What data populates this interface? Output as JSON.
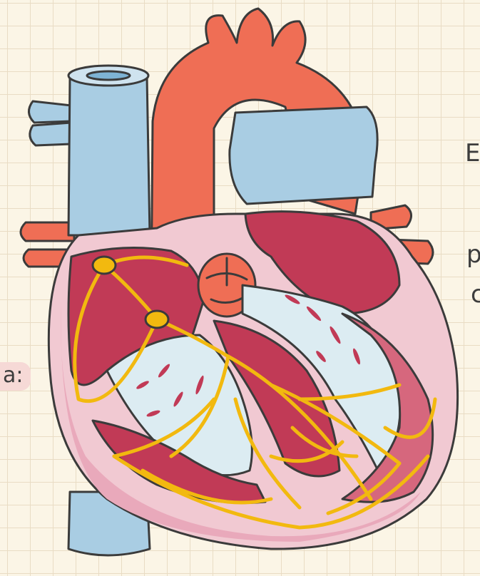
{
  "edge_labels": {
    "top": "E",
    "middle": "p",
    "lower": "c",
    "left_tag": "a:"
  },
  "colors": {
    "background": "#fbf5e6",
    "grid": "#e9dcc4",
    "vein_blue": "#a9cde3",
    "artery_red": "#ef6e55",
    "myocardium": "#c13a56",
    "pericardium_pink": "#f1c9d2",
    "valve_light": "#dcecf2",
    "conduction_yellow": "#f2b90f",
    "outline": "#3b3b3b"
  }
}
